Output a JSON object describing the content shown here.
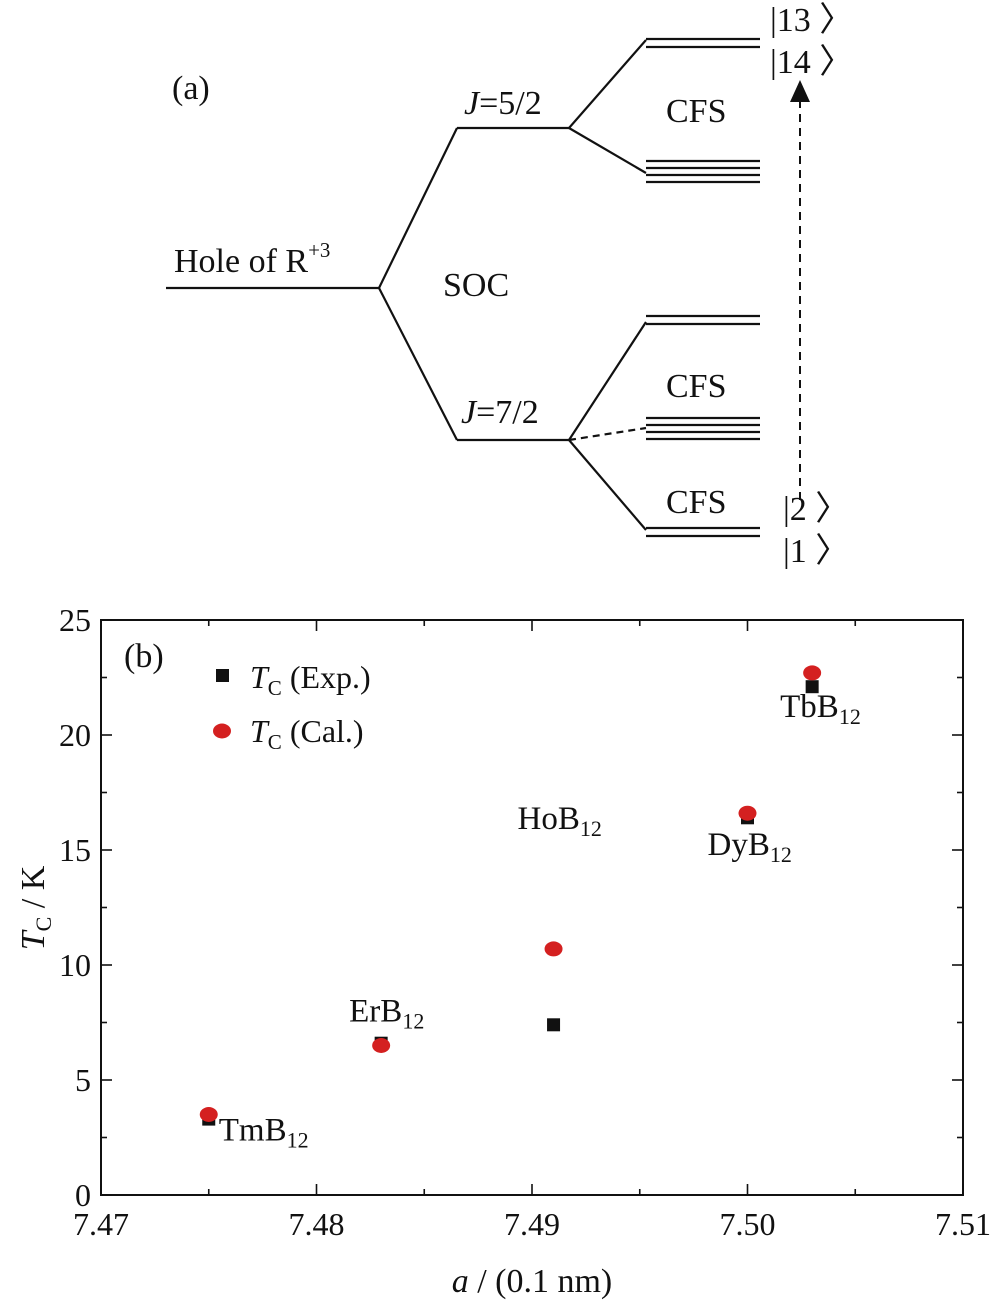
{
  "panel_a": {
    "label": "(a)",
    "base_label": "Hole of R",
    "base_sup": "+3",
    "soc_label": "SOC",
    "j_upper_italic": "J",
    "j_upper_rest": "=5/2",
    "j_lower_italic": "J",
    "j_lower_rest": "=7/2",
    "cfs_labels": [
      "CFS",
      "CFS",
      "CFS"
    ],
    "state_labels": [
      "|13 〉",
      "|14 〉",
      "|2 〉",
      "|1 〉"
    ]
  },
  "chart_data": {
    "type": "scatter",
    "panel_label": "(b)",
    "xlabel_italic": "a",
    "xlabel_rest": " / (0.1 nm)",
    "ylabel_italic": "T",
    "ylabel_sub": "C",
    "ylabel_rest": " / K",
    "xlim": [
      7.47,
      7.51
    ],
    "ylim": [
      0,
      25
    ],
    "x_tick_labels": [
      "7.47",
      "7.48",
      "7.49",
      "7.50",
      "7.51"
    ],
    "y_tick_labels": [
      "0",
      "5",
      "10",
      "15",
      "20",
      "25"
    ],
    "grid": false,
    "legend_position": "top-left",
    "series": [
      {
        "name_italic": "T",
        "name_sub": "C",
        "name_rest": " (Exp.)",
        "marker": "square",
        "color": "#111111",
        "x": [
          7.475,
          7.483,
          7.491,
          7.5,
          7.503
        ],
        "y": [
          3.3,
          6.6,
          7.4,
          16.4,
          22.1
        ]
      },
      {
        "name_italic": "T",
        "name_sub": "C",
        "name_rest": " (Cal.)",
        "marker": "circle",
        "color": "#d42020",
        "x": [
          7.475,
          7.483,
          7.491,
          7.5,
          7.503
        ],
        "y": [
          3.5,
          6.5,
          10.7,
          16.6,
          22.7
        ]
      }
    ],
    "annotations": [
      {
        "base": "TmB",
        "sub": "12"
      },
      {
        "base": "ErB",
        "sub": "12"
      },
      {
        "base": "HoB",
        "sub": "12"
      },
      {
        "base": "DyB",
        "sub": "12"
      },
      {
        "base": "TbB",
        "sub": "12"
      }
    ]
  }
}
